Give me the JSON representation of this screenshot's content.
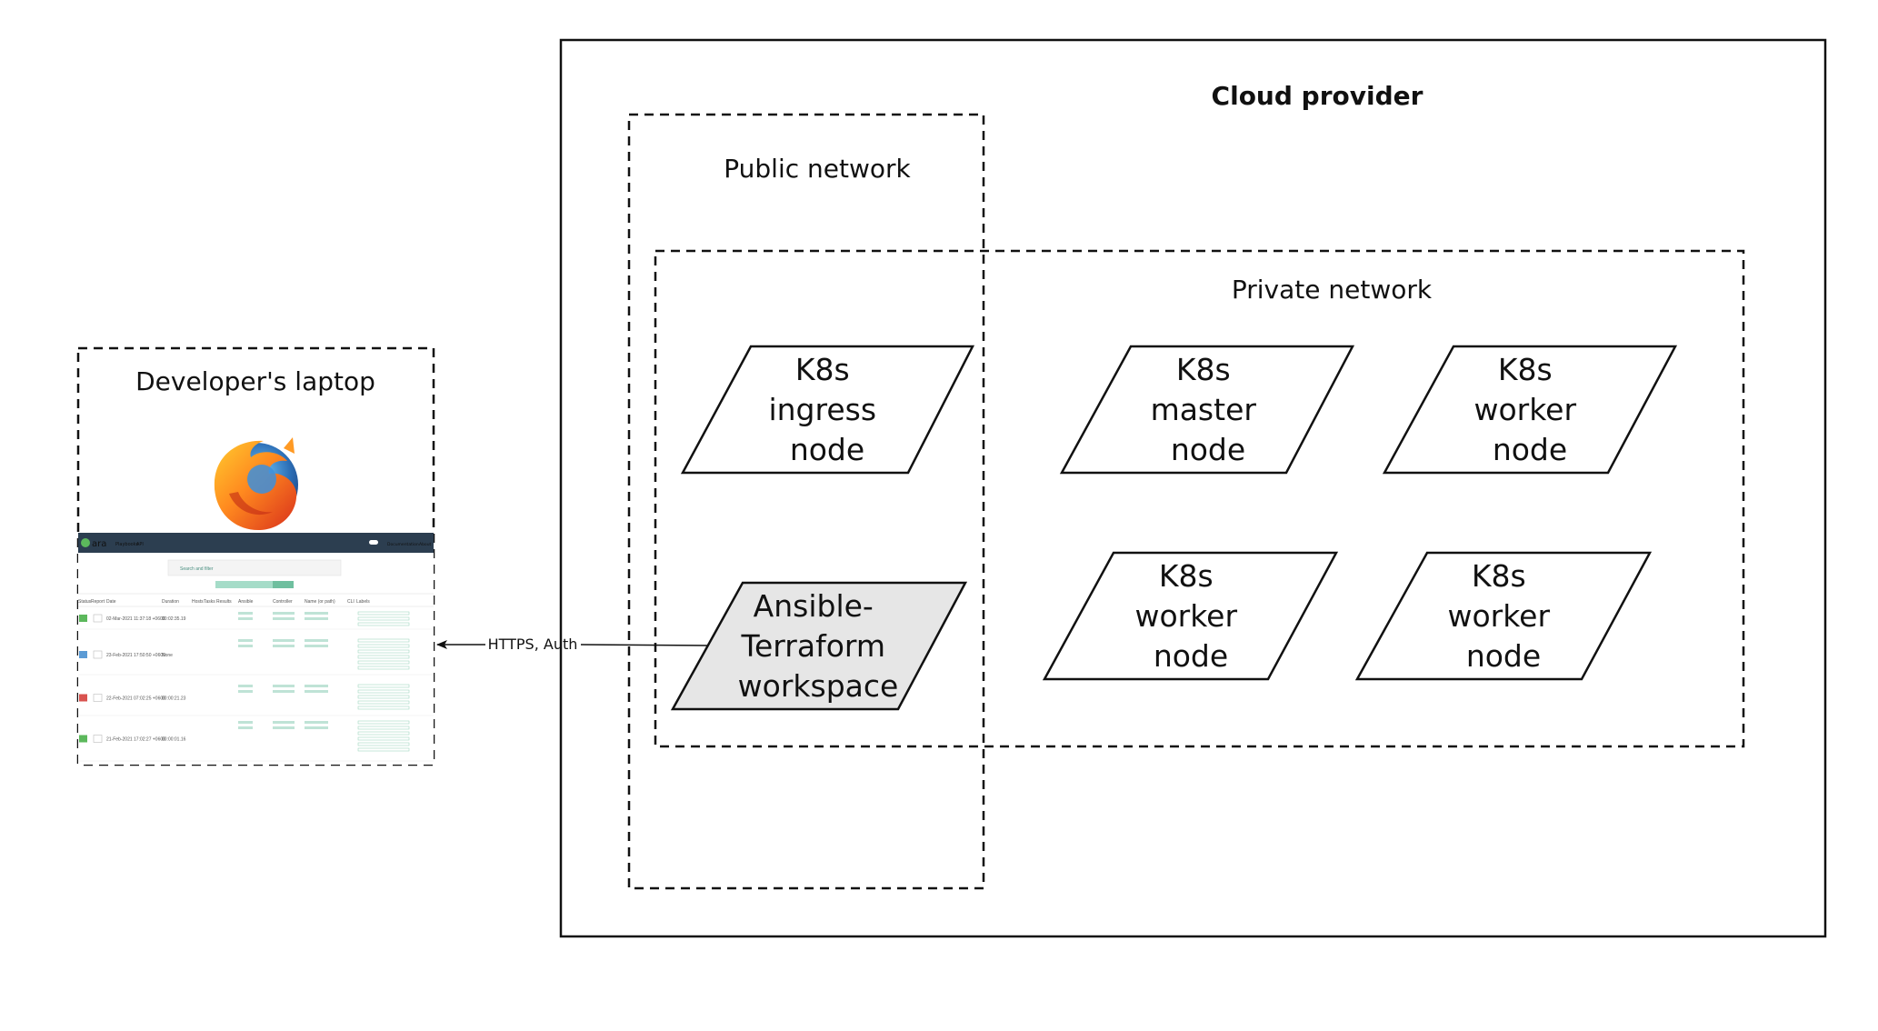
{
  "cloud_provider": {
    "title": "Cloud provider"
  },
  "public_network": {
    "title": "Public network"
  },
  "private_network": {
    "title": "Private network"
  },
  "nodes": [
    {
      "id": "ingress",
      "lines": [
        "K8s",
        "ingress",
        "node"
      ],
      "fill": "#ffffff"
    },
    {
      "id": "master",
      "lines": [
        "K8s",
        "master",
        "node"
      ],
      "fill": "#ffffff"
    },
    {
      "id": "worker1",
      "lines": [
        "K8s",
        "worker",
        "node"
      ],
      "fill": "#ffffff"
    },
    {
      "id": "workspace",
      "lines": [
        "Ansible-",
        "Terraform",
        "workspace"
      ],
      "fill": "#e6e6e6"
    },
    {
      "id": "worker2",
      "lines": [
        "K8s",
        "worker",
        "node"
      ],
      "fill": "#ffffff"
    },
    {
      "id": "worker3",
      "lines": [
        "K8s",
        "worker",
        "node"
      ],
      "fill": "#ffffff"
    }
  ],
  "laptop": {
    "title": "Developer's laptop",
    "browser_icon": "firefox-icon",
    "app": {
      "logo": "ara",
      "nav": [
        "Playbooks",
        "API"
      ],
      "top_links": [
        "Documentation",
        "About"
      ],
      "search_placeholder": "Search and filter",
      "columns": [
        "Status",
        "Report",
        "Date",
        "Duration",
        "Hosts",
        "Tasks",
        "Results",
        "Ansible",
        "Controller",
        "Name (or path)",
        "CLI",
        "Labels"
      ],
      "rows": [
        {
          "status_color": "#5cb85c",
          "date": "02-Mar-2021 11:37:18 +0600",
          "duration": "00:02:35.19"
        },
        {
          "status_color": "#5b9bd5",
          "date": "23-Feb-2021 17:50:50 +0600",
          "duration": "None"
        },
        {
          "status_color": "#d9534f",
          "date": "22-Feb-2021 07:02:25 +0600",
          "duration": "00:00:21.23"
        },
        {
          "status_color": "#5cb85c",
          "date": "21-Feb-2021 17:02:27 +0600",
          "duration": "00:00:01.16"
        }
      ]
    }
  },
  "connection": {
    "label": "HTTPS, Auth"
  },
  "colors": {
    "stroke": "#111111",
    "workspace_fill": "#e6e6e6",
    "app_header": "#2c3e50",
    "accent": "#4a8f80"
  }
}
